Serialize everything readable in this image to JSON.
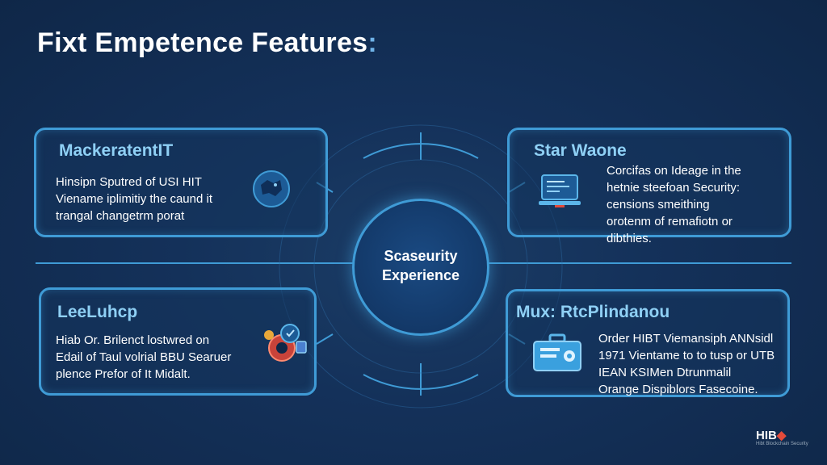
{
  "title": {
    "text": "Fixt Empetence Features",
    "colon": ":"
  },
  "hub": {
    "line1": "Scaseurity",
    "line2": "Experience"
  },
  "cards": {
    "top_left": {
      "heading": "MackeratentIT",
      "body": "Hinsipn Sputred of USI HIT\nViename iplimitiy the caund it\ntrangal changetrm porat",
      "icon": "shield-map-icon"
    },
    "top_right": {
      "heading": "Star Waone",
      "body": "Corcifas on Ideage in the\nhetnie steefoan Security:\ncensions smeithing\norotenm of remafiotn or\ndibthies.",
      "icon": "laptop-code-icon"
    },
    "bottom_left": {
      "heading": "LeeLuhcp",
      "body": "Hiab Or. Brilenct lostwred on\nEdail of Taul volrial BBU Searuer\nplence Prefor of It Midalt.",
      "icon": "security-cluster-icon"
    },
    "bottom_right": {
      "heading": "Mux: RtcPlindanou",
      "body": "Order HIBT Viemansiph ANNsidl\n1971 Vientame to to tusp or UTB\nIEAN KSIMen Dtrunmalil\nOrange Dispiblors Fasecoine.",
      "icon": "briefcase-screen-icon"
    }
  },
  "logo": {
    "text": "HIB",
    "sub": "Hibt Blockchain Security"
  },
  "colors": {
    "accent": "#3f9bd6",
    "heading": "#8fd0f5",
    "background": "#14315a",
    "logo_accent": "#e24a3a"
  }
}
